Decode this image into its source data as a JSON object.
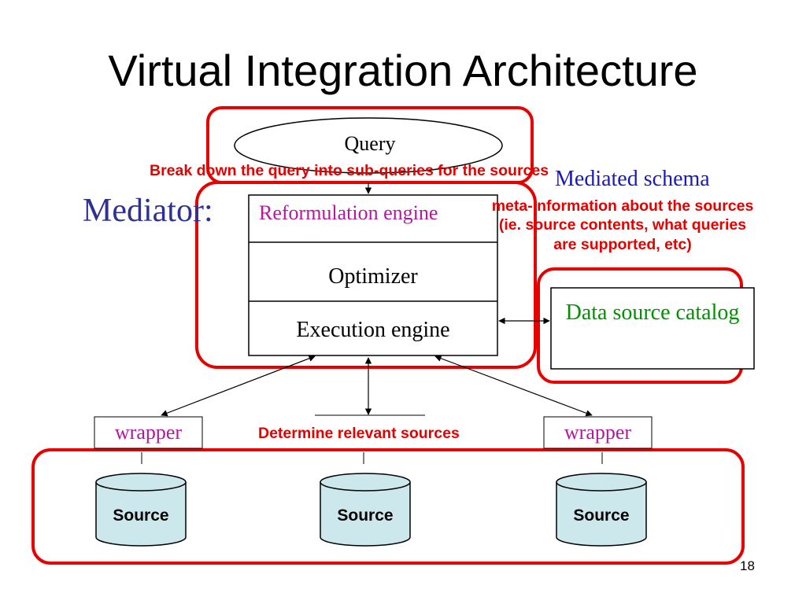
{
  "slide": {
    "title": "Virtual Integration Architecture",
    "page_number": "18"
  },
  "diagram": {
    "query_label": "Query",
    "mediator_label": "Mediator:",
    "mediated_schema_label": "Mediated schema",
    "reformulation_label": "Reformulation engine",
    "optimizer_label": "Optimizer",
    "execution_label": "Execution engine",
    "catalog_label": "Data source catalog",
    "wrapper_left_label": "wrapper",
    "wrapper_right_label": "wrapper",
    "sources": [
      "Source",
      "Source",
      "Source"
    ]
  },
  "annotations": {
    "breakdown": "Break down the query into sub-queries for the sources",
    "meta_info": [
      "meta-information about the sources",
      "(ie. source contents, what queries",
      "are supported, etc)"
    ],
    "relevant": "Determine relevant sources"
  },
  "colors": {
    "highlight_red": "#e60000",
    "mediator_blue": "#2e3192",
    "schema_blue": "#1a1ab8",
    "magenta": "#b5179e",
    "catalog_green": "#009100",
    "source_fill": "#cde8ec"
  }
}
